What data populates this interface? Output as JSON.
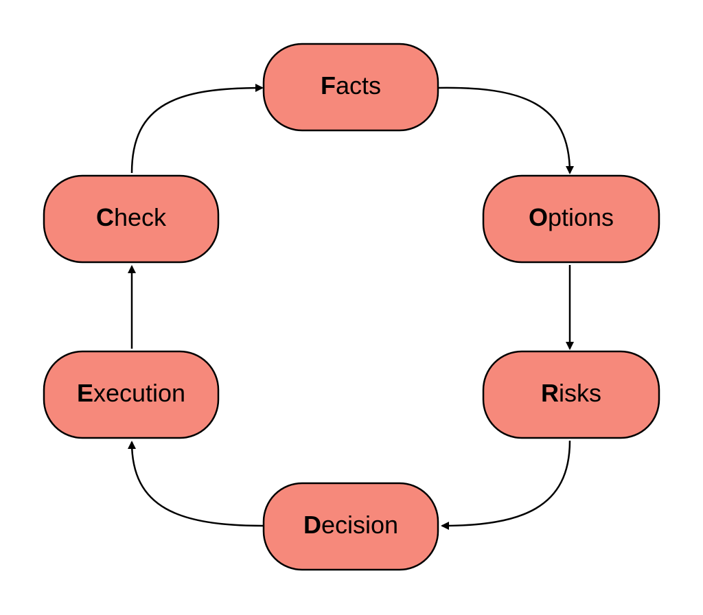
{
  "diagram": {
    "nodes": [
      {
        "id": "facts",
        "initial": "F",
        "rest": "acts"
      },
      {
        "id": "options",
        "initial": "O",
        "rest": "ptions"
      },
      {
        "id": "risks",
        "initial": "R",
        "rest": "isks"
      },
      {
        "id": "decision",
        "initial": "D",
        "rest": "ecision"
      },
      {
        "id": "execution",
        "initial": "E",
        "rest": "xecution"
      },
      {
        "id": "check",
        "initial": "C",
        "rest": "heck"
      }
    ],
    "edges": [
      {
        "from": "facts",
        "to": "options"
      },
      {
        "from": "options",
        "to": "risks"
      },
      {
        "from": "risks",
        "to": "decision"
      },
      {
        "from": "decision",
        "to": "execution"
      },
      {
        "from": "execution",
        "to": "check"
      },
      {
        "from": "check",
        "to": "facts"
      }
    ],
    "colors": {
      "node_fill": "#f6897b",
      "stroke": "#000000",
      "background": "#ffffff"
    }
  }
}
